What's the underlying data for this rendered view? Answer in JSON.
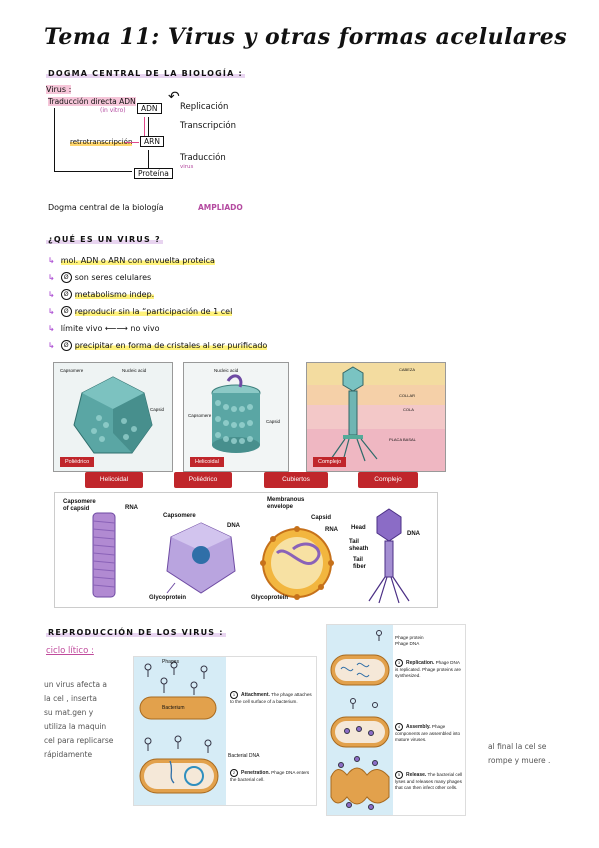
{
  "title": "Tema 11: Virus y otras formas acelulares",
  "dogma": {
    "heading": "DOGMA CENTRAL DE LA BIOLOGÍA :",
    "virus_label": "Virus :",
    "traduccion_directa": "Traducción directa ADN",
    "in_vitro": "(in vitro)",
    "adn": "ADN",
    "arn": "ARN",
    "proteina": "Proteína",
    "replicacion": "Replicación",
    "transcripcion": "Transcripción",
    "retrotranscripcion": "retrotranscripción",
    "traduccion": "Traducción",
    "virus_small": "virus",
    "ampliado_text": "Dogma central de la biología",
    "ampliado": "AMPLIADO"
  },
  "que_es": {
    "heading": "¿QUÉ ES UN VIRUS ?",
    "bullets": [
      {
        "badge": "",
        "text": "mol. ADN o ARN con envuelta proteica"
      },
      {
        "badge": "Ø",
        "text": "son seres celulares"
      },
      {
        "badge": "Ø",
        "text": "metabolismo indep."
      },
      {
        "badge": "Ø",
        "text": "reproducir sin la “participación de 1 cel"
      },
      {
        "badge": "",
        "text": "límite vivo ⟵⟶ no vivo"
      },
      {
        "badge": "Ø",
        "text": "precipitar en forma de cristales al ser purificado"
      }
    ]
  },
  "figure1": {
    "panels": [
      {
        "label": "Poliédrico",
        "t1": "Capsomere",
        "t2": "Nucleic acid",
        "t3": "Capsid"
      },
      {
        "label": "Helicoidal",
        "t1": "Nucleic acid",
        "t2": "Capsomere",
        "t3": "Capsid"
      },
      {
        "label": "Complejo",
        "t1": "CABEZA",
        "t2": "COLLAR",
        "t3": "COLA",
        "t4": "PLACA BASAL"
      }
    ],
    "buttons": [
      "Helicoidal",
      "Poliédrico",
      "Cubiertos",
      "Complejo"
    ]
  },
  "figure2": {
    "labels": {
      "capsomere_of_capsid": "Capsomere\nof capsid",
      "rna1": "RNA",
      "capsomere": "Capsomere",
      "dna1": "DNA",
      "glycoprotein1": "Glycoprotein",
      "membranous": "Membranous\nenvelope",
      "capsid": "Capsid",
      "rna2": "RNA",
      "glycoprotein2": "Glycoprotein",
      "head": "Head",
      "dna2": "DNA",
      "tail": "Tail\nsheath",
      "tail_fiber": "Tail\nfiber"
    }
  },
  "reproduccion": {
    "heading": "REPRODUCCIÓN DE LOS VIRUS :",
    "ciclo": "ciclo lítico :",
    "left_note": [
      "un virus afecta a",
      "la cel , inserta",
      "su mat.gen y",
      "utiliza la maquin",
      "cel para replicarse",
      "rápidamente"
    ],
    "right_note": [
      "al final la cel se",
      "rompe y muere ."
    ],
    "phages": "Phages",
    "bacterium": "Bacterium",
    "bacterial_dna": "Bacterial DNA",
    "step1_num": "1",
    "step1_title": "Attachment.",
    "step1_text": " The phage attaches to the cell surface of a bacterium.",
    "step2_num": "2",
    "step2_title": "Penetration.",
    "step2_text": " Phage DNA enters the bacterial cell.",
    "phage_protein": "Phage protein",
    "phage_dna": "Phage DNA",
    "step3_num": "3",
    "step3_title": "Replication.",
    "step3_text": " Phage DNA is replicated. Phage proteins are synthesized.",
    "step4_num": "4",
    "step4_title": "Assembly.",
    "step4_text": " Phage components are assembled into mature viruses.",
    "step5_num": "5",
    "step5_title": "Release.",
    "step5_text": " The bacterial cell lyses and releases many phages that can then infect other cells."
  }
}
